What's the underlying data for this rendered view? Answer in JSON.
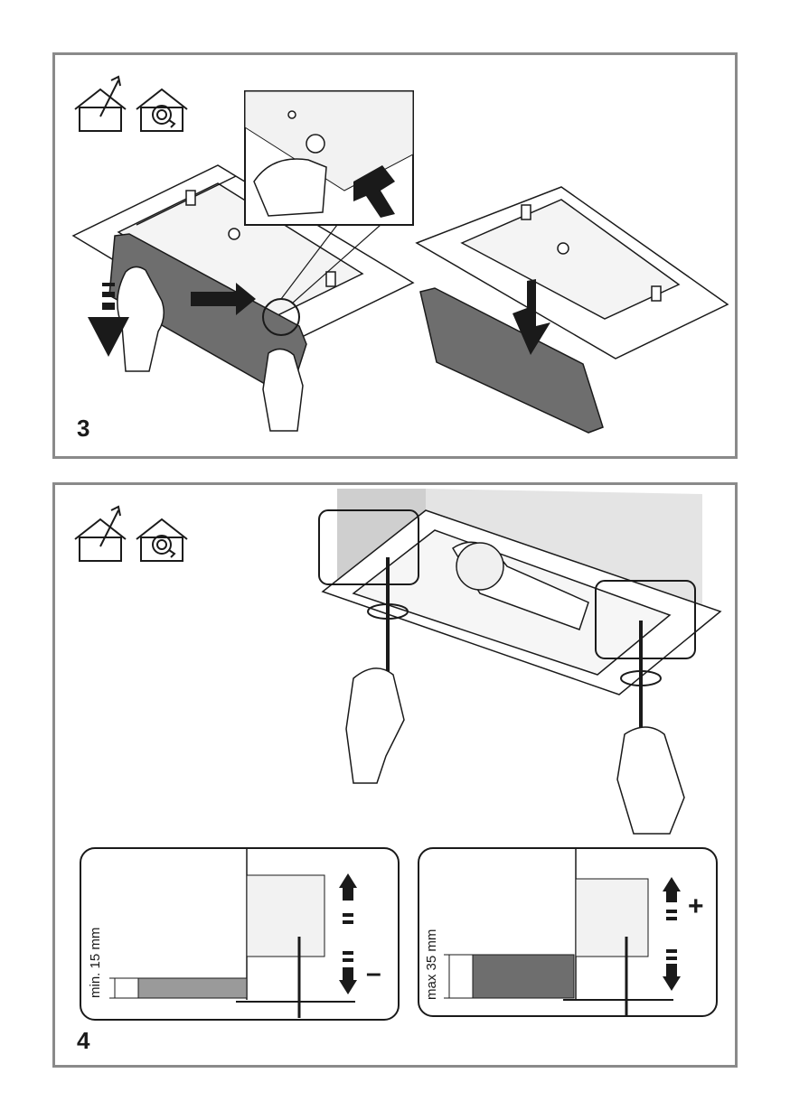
{
  "step3": {
    "number": "3"
  },
  "step4": {
    "number": "4",
    "detail_left": {
      "dimension_label": "min. 15 mm",
      "sign": "–"
    },
    "detail_right": {
      "dimension_label": "max 35 mm",
      "sign": "+"
    }
  },
  "icons": [
    "house-extraction-icon",
    "house-recirculation-icon"
  ],
  "colors": {
    "frame": "#8a8a8a",
    "line": "#1a1a1a",
    "panel_grey": "#6e6e6e",
    "wall_grey": "#d9d9d9"
  }
}
